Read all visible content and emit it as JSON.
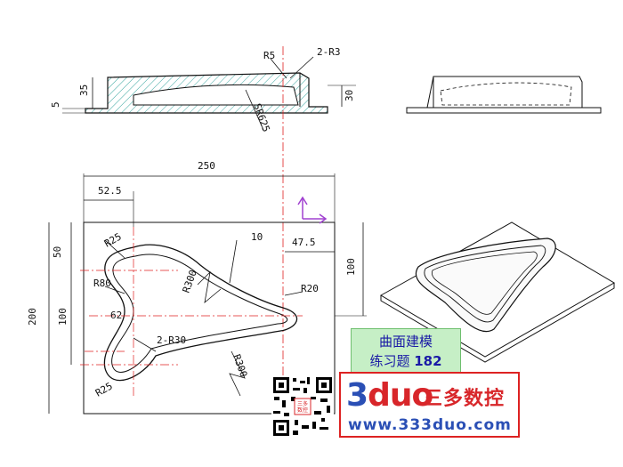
{
  "dimensions": {
    "r5": "R5",
    "two_r3": "2-R3",
    "d35": "35",
    "d5": "5",
    "d30": "30",
    "sr625": "SR625",
    "d250": "250",
    "d52_5": "52.5",
    "d47_5": "47.5",
    "d10": "10",
    "r25_top": "R25",
    "r80": "R80",
    "r300_upper": "R300",
    "r20": "R20",
    "d62": "62",
    "two_r30": "2-R30",
    "r300_lower": "R300",
    "r25_bottom": "R25",
    "d50": "50",
    "d100_left": "100",
    "d200": "200",
    "d100_right": "100"
  },
  "label_box": {
    "line1": "曲面建模",
    "line2": "练习题",
    "number": "182"
  },
  "brand": {
    "logo_prefix": "3",
    "logo_text": "duo",
    "name": "三多数控",
    "url": "www.333duo.com"
  },
  "colors": {
    "hatch": "#3aa6a0",
    "centerline": "#e02020",
    "axis_purple": "#a040d0",
    "label_bg": "#c6efc6",
    "brand_red": "#d8262a",
    "brand_blue": "#2a4fb5"
  }
}
